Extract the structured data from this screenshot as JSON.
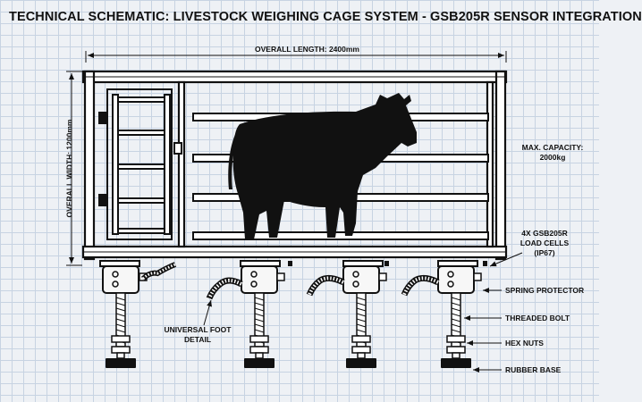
{
  "title": "TECHNICAL SCHEMATIC: LIVESTOCK WEIGHING CAGE SYSTEM - GSB205R SENSOR INTEGRATION",
  "dimensions": {
    "overall_length": "OVERALL LENGTH: 2400mm",
    "overall_width": "OVERALL WIDTH: 1200mm"
  },
  "capacity": {
    "line1": "MAX. CAPACITY:",
    "line2": "2000kg"
  },
  "callouts": {
    "load_cells_l1": "4X GSB205R",
    "load_cells_l2": "LOAD CELLS",
    "load_cells_l3": "(IP67)",
    "spring_protector": "SPRING PROTECTOR",
    "threaded_bolt": "THREADED BOLT",
    "hex_nuts": "HEX NUTS",
    "rubber_base": "RUBBER BASE",
    "foot_detail_l1": "UNIVERSAL FOOT",
    "foot_detail_l2": "DETAIL"
  }
}
